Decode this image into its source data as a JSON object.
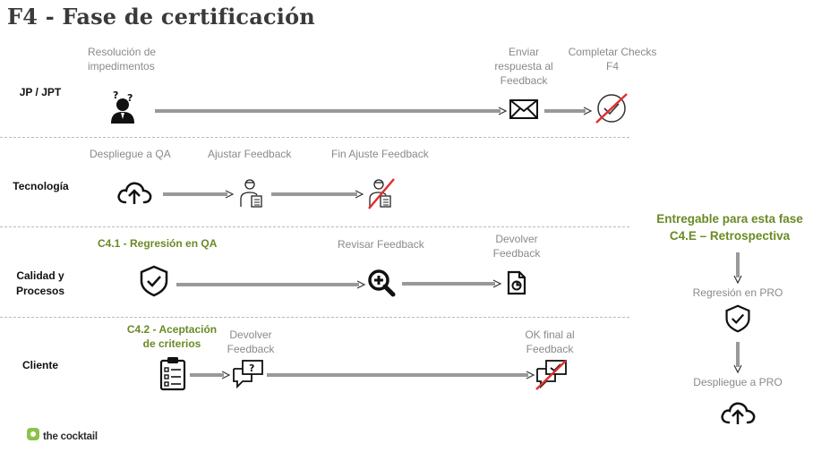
{
  "title": "F4 - Fase de certificación",
  "rows": [
    {
      "label": "JP / JPT"
    },
    {
      "label": "Tecnología"
    },
    {
      "label": "Calidad y Procesos"
    },
    {
      "label": "Cliente"
    }
  ],
  "jp": {
    "resolucion": "Resolución de impedimentos",
    "enviar": "Enviar respuesta al Feedback",
    "completar": "Completar Checks F4"
  },
  "tec": {
    "despliegue": "Despliegue a QA",
    "ajustar": "Ajustar Feedback",
    "fin": "Fin Ajuste Feedback"
  },
  "cal": {
    "c41": "C4.1 - Regresión en QA",
    "revisar": "Revisar Feedback",
    "devolver": "Devolver Feedback"
  },
  "cli": {
    "c42": "C4.2 - Aceptación de criterios",
    "devolver": "Devolver Feedback",
    "ok": "OK final al Feedback"
  },
  "deliverable": {
    "title_line1": "Entregable para esta fase",
    "title_line2": "C4.E – Retrospectiva",
    "regresion": "Regresión en PRO",
    "despliegue": "Despliegue a PRO"
  },
  "brand": {
    "name": "the cocktail",
    "color": "#8bc34a"
  },
  "colors": {
    "accent_green": "#6a8a25",
    "cross_red": "#e03030"
  },
  "icons": [
    "person-question-icon",
    "envelope-icon",
    "check-circle-icon",
    "cloud-upload-icon",
    "worker-icon",
    "shield-check-icon",
    "zoom-in-icon",
    "document-icon",
    "clipboard-checklist-icon",
    "chat-question-icon",
    "chat-check-icon"
  ]
}
